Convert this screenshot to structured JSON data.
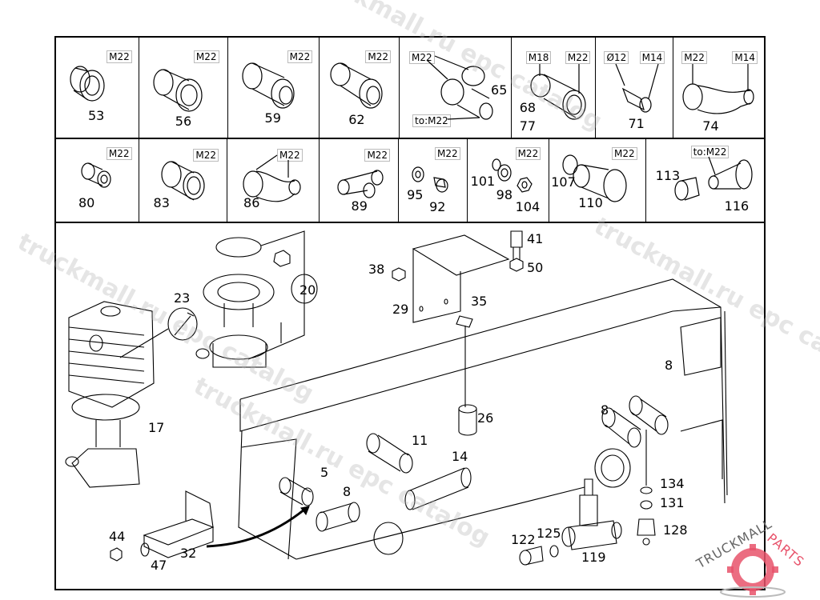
{
  "row1": [
    {
      "threads": [
        "M22"
      ],
      "parts": [
        "53"
      ]
    },
    {
      "threads": [
        "M22"
      ],
      "parts": [
        "56"
      ]
    },
    {
      "threads": [
        "M22"
      ],
      "parts": [
        "59"
      ]
    },
    {
      "threads": [
        "M22"
      ],
      "parts": [
        "62"
      ]
    },
    {
      "threads": [
        "M22",
        "to:M22"
      ],
      "parts": [
        "65"
      ]
    },
    {
      "threads": [
        "M18",
        "M22"
      ],
      "parts": [
        "68",
        "77"
      ]
    },
    {
      "threads": [
        "Ø12",
        "M14"
      ],
      "parts": [
        "71"
      ]
    },
    {
      "threads": [
        "M22",
        "M14"
      ],
      "parts": [
        "74"
      ]
    }
  ],
  "row2": [
    {
      "threads": [
        "M22"
      ],
      "parts": [
        "80"
      ]
    },
    {
      "threads": [
        "M22"
      ],
      "parts": [
        "83"
      ]
    },
    {
      "threads": [
        "M22"
      ],
      "parts": [
        "86"
      ]
    },
    {
      "threads": [
        "M22"
      ],
      "parts": [
        "89"
      ]
    },
    {
      "threads": [
        "M22"
      ],
      "parts": [
        "95",
        "92"
      ]
    },
    {
      "threads": [
        "M22"
      ],
      "parts": [
        "101",
        "98",
        "104"
      ]
    },
    {
      "threads": [
        "M22"
      ],
      "parts": [
        "107",
        "110"
      ]
    },
    {
      "threads": [
        "to:M22"
      ],
      "parts": [
        "113",
        "116"
      ]
    }
  ],
  "main": {
    "labels": {
      "p17": "17",
      "p20": "20",
      "p23": "23",
      "p29": "29",
      "p35": "35",
      "p38": "38",
      "p41": "41",
      "p50": "50",
      "p26": "26",
      "p11": "11",
      "p14": "14",
      "p5": "5",
      "p8a": "8",
      "p8b": "8",
      "p8c": "8",
      "p32": "32",
      "p44": "44",
      "p47": "47",
      "p122": "122",
      "p125": "125",
      "p119": "119",
      "p134": "134",
      "p131": "131",
      "p128": "128"
    }
  },
  "watermark": {
    "texts": [
      "truckmall.ru epc catalog",
      "truckmall.ru epc catalog",
      "truckmall.ru epc catalog",
      "truckmall.ru epc catalog"
    ]
  },
  "logo": {
    "text_dark": "TRUCKMALL",
    "text_accent": "PARTS",
    "accent_color": "#e8536b"
  }
}
